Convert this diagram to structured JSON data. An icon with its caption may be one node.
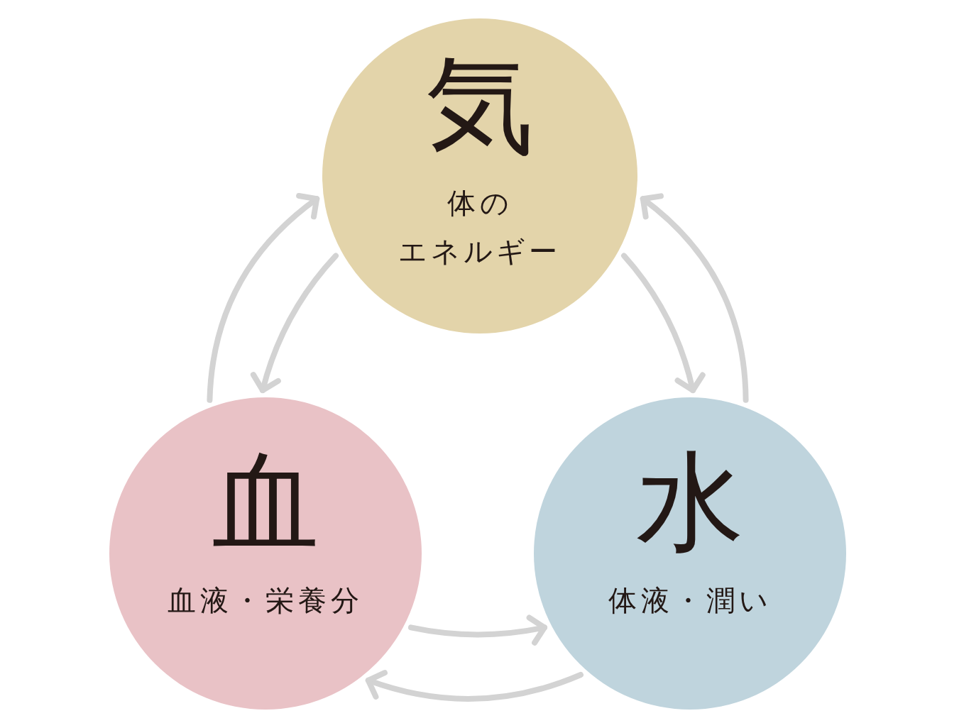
{
  "diagram": {
    "nodes": [
      {
        "text": [
          "気",
          "体のエネルギー"
        ]
      },
      {
        "text": [
          "血",
          "血液・栄養分"
        ]
      },
      {
        "text": [
          "水",
          "体液・潤い"
        ]
      }
    ],
    "edges": [
      {
        "from": 1,
        "to": 0,
        "arrow": "to"
      },
      {
        "from": 0,
        "to": 1,
        "arrow": "to"
      },
      {
        "from": 0,
        "to": 2,
        "arrow": "to"
      },
      {
        "from": 2,
        "to": 0,
        "arrow": "to"
      },
      {
        "from": 1,
        "to": 2,
        "arrow": "to"
      },
      {
        "from": 2,
        "to": 1,
        "arrow": "to"
      }
    ]
  }
}
